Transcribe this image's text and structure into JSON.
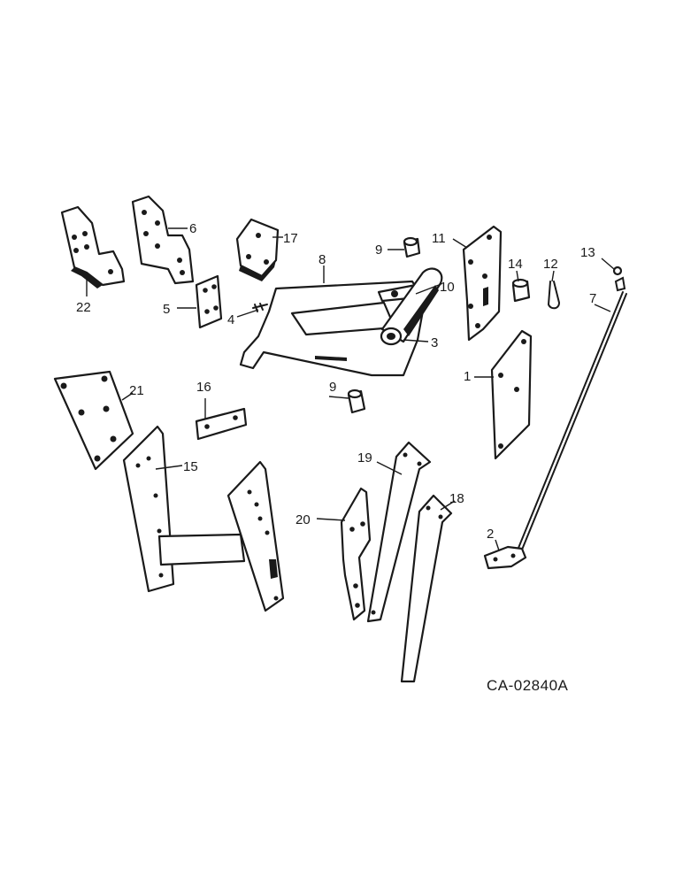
{
  "diagram_code": "CA-02840A",
  "callouts": {
    "c1": "1",
    "c2": "2",
    "c3": "3",
    "c4": "4",
    "c5": "5",
    "c6": "6",
    "c7": "7",
    "c8": "8",
    "c9a": "9",
    "c9b": "9",
    "c10": "10",
    "c11": "11",
    "c12": "12",
    "c13": "13",
    "c14": "14",
    "c15": "15",
    "c16": "16",
    "c17": "17",
    "c18": "18",
    "c19": "19",
    "c20": "20",
    "c21": "21",
    "c22": "22"
  }
}
